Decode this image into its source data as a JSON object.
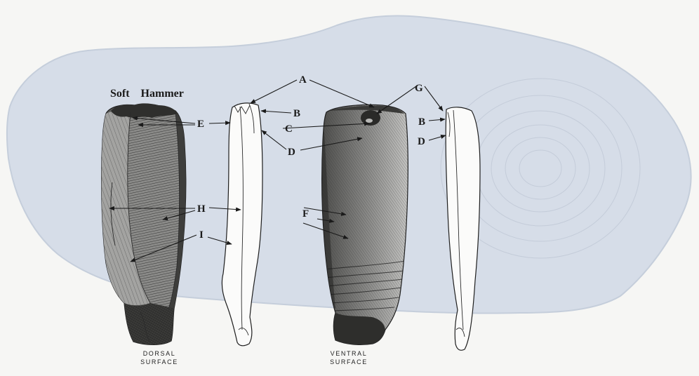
{
  "title": "Soft Hammer",
  "labels": {
    "A": "A",
    "B_left": "B",
    "C": "C",
    "D_left": "D",
    "E": "E",
    "F": "F",
    "G": "G",
    "B_right": "B",
    "D_right": "D",
    "H": "H",
    "I": "I"
  },
  "captions": {
    "dorsal": {
      "line1": "DORSAL",
      "line2": "SURFACE"
    },
    "ventral": {
      "line1": "VENTRAL",
      "line2": "SURFACE"
    }
  },
  "colors": {
    "paper": "#f6f6f4",
    "blob": "#d6dde8",
    "ink": "#1a1a1a"
  }
}
